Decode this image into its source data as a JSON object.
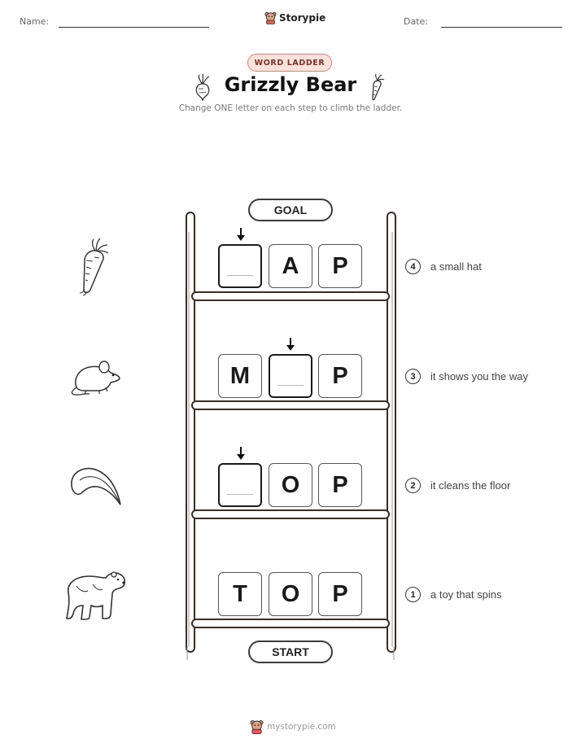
{
  "header": {
    "name_label": "Name:",
    "date_label": "Date:",
    "brand": "Storypie"
  },
  "badge": "WORD LADDER",
  "title": "Grizzly Bear",
  "subtitle": "Change ONE letter on each step to climb the ladder.",
  "goal_label": "GOAL",
  "start_label": "START",
  "steps": [
    {
      "number": "4",
      "clue": "a small hat",
      "letters": [
        "",
        "A",
        "P"
      ],
      "blank_index": 0,
      "picture": "carrot-icon"
    },
    {
      "number": "3",
      "clue": "it shows you the way",
      "letters": [
        "M",
        "",
        "P"
      ],
      "blank_index": 1,
      "picture": "mouse-icon"
    },
    {
      "number": "2",
      "clue": "it cleans the floor",
      "letters": [
        "",
        "O",
        "P"
      ],
      "blank_index": 0,
      "picture": "claw-icon"
    },
    {
      "number": "1",
      "clue": "a toy that spins",
      "letters": [
        "T",
        "O",
        "P"
      ],
      "blank_index": null,
      "picture": "bear-icon"
    }
  ],
  "footer": "mystorypie.com"
}
